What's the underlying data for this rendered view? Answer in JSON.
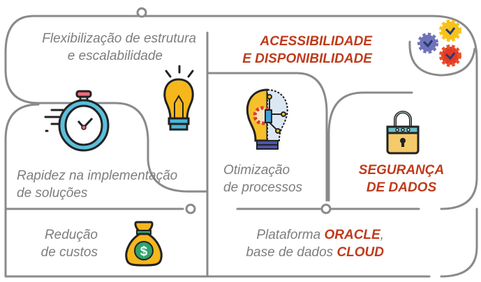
{
  "blocks": {
    "flexibilizacao": {
      "line1": "Flexibilização de estrutura",
      "line2": "e escalabilidade"
    },
    "acessibilidade": {
      "line1": "ACESSIBILIDADE",
      "line2": "E DISPONIBILIDADE"
    },
    "rapidez": {
      "line1": "Rapidez na implementação",
      "line2": "de soluções"
    },
    "otimizacao": {
      "line1": "Otimização",
      "line2": "de processos"
    },
    "seguranca": {
      "line1": "SEGURANÇA",
      "line2": "DE DADOS"
    },
    "reducao": {
      "line1": "Redução",
      "line2": "de custos"
    },
    "plataforma": {
      "line1_pre": "Plataforma ",
      "line1_em": "ORACLE",
      "line1_post": ",",
      "line2_pre": "base de dados ",
      "line2_em": "CLOUD"
    }
  },
  "icons": [
    "lightbulb-icon",
    "gears-icon",
    "stopwatch-icon",
    "tech-bulb-icon",
    "padlock-icon",
    "money-bag-icon"
  ],
  "colors": {
    "line": "#8a8a8a",
    "text": "#7d7d7d",
    "accent": "#bf3b1c"
  }
}
